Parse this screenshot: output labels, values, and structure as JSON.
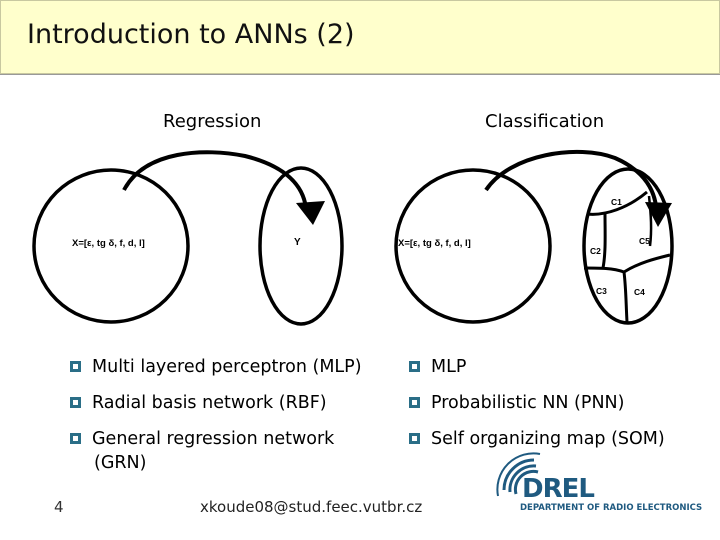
{
  "header": {
    "title": "Introduction to ANNs (2)"
  },
  "columns": {
    "regression": {
      "heading": "Regression",
      "input_label": "X=[ε, tg δ, f, d, l]",
      "output_label": "Y",
      "bullets": [
        "Multi layered perceptron (MLP)",
        "Radial basis network (RBF)",
        "General regression network",
        "(GRN)"
      ]
    },
    "classification": {
      "heading": "Classification",
      "input_label": "X=[ε, tg δ, f, d, l]",
      "class_labels": [
        "C1",
        "C2",
        "C3",
        "C4",
        "C5"
      ],
      "bullets": [
        "MLP",
        "Probabilistic NN (PNN)",
        "Self organizing map (SOM)"
      ]
    }
  },
  "footer": {
    "page_number": "4",
    "email": "xkoude08@stud.feec.vutbr.cz",
    "logo_brand": "DREL",
    "logo_department": "DEPARTMENT OF RADIO ELECTRONICS"
  }
}
